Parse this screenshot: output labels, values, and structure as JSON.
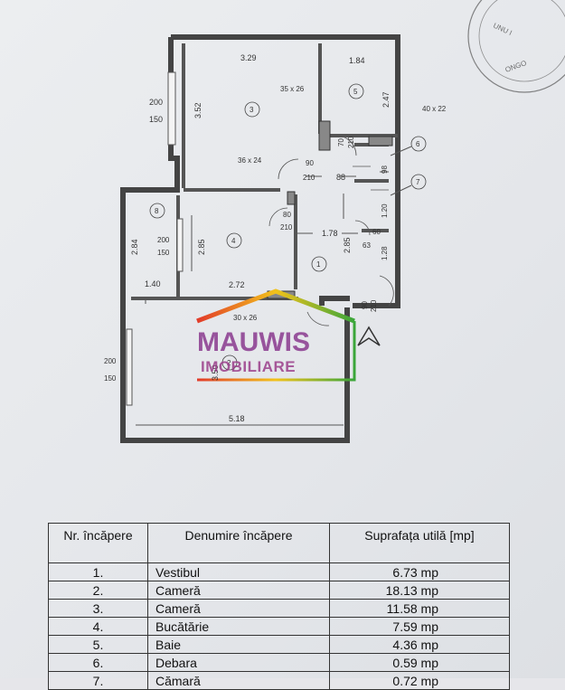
{
  "plan": {
    "dims": {
      "top_left": "3.29",
      "top_right": "1.84",
      "left_window": "200",
      "left_window_h": "150",
      "room3_height": "3.52",
      "bath_height": "2.47",
      "pillar_1": "35 x 26",
      "pillar_2": "40 x 22",
      "pillar_3": "36 x 24",
      "pillar_4": "30 x 26",
      "door_70": "70",
      "door_70_h": "210",
      "door_90": "90",
      "door_90_h": "210",
      "hall_88": "88",
      "hall_98": "98",
      "door_80": "80",
      "door_80_h": "210",
      "hall_178": "1.78",
      "hall_285": "2.85",
      "hall_120": "1.20",
      "door_60": "60",
      "door_63": "63",
      "hall_128": "1.28",
      "room4_height": "2.85",
      "room4_width": "2.72",
      "room8_height": "2.84",
      "room8_window": "200",
      "room8_window_h": "150",
      "room8_width": "1.40",
      "room2_window": "200",
      "room2_window_h": "150",
      "room2_height": "3.50",
      "room2_width": "5.18",
      "entry_door": "90",
      "entry_door_h": "210"
    },
    "room_numbers": [
      "1",
      "2",
      "3",
      "4",
      "5",
      "6",
      "7",
      "8"
    ]
  },
  "watermark": {
    "line1": "MAUWIS",
    "line2": "IMOBILIARE"
  },
  "table": {
    "headers": [
      "Nr. încăpere",
      "Denumire încăpere",
      "Suprafața utilă [mp]"
    ],
    "rows": [
      [
        "1.",
        "Vestibul",
        "6.73 mp"
      ],
      [
        "2.",
        "Cameră",
        "18.13 mp"
      ],
      [
        "3.",
        "Cameră",
        "11.58 mp"
      ],
      [
        "4.",
        "Bucătărie",
        "7.59 mp"
      ],
      [
        "5.",
        "Baie",
        "4.36 mp"
      ],
      [
        "6.",
        "Debara",
        "0.59 mp"
      ],
      [
        "7.",
        "Cămară",
        "0.72 mp"
      ]
    ]
  },
  "colors": {
    "watermark_purple": "#8a3a8f",
    "roof_gradient_start": "#e23b2a",
    "roof_gradient_mid": "#f2c21b",
    "roof_gradient_end": "#3aa63a"
  }
}
